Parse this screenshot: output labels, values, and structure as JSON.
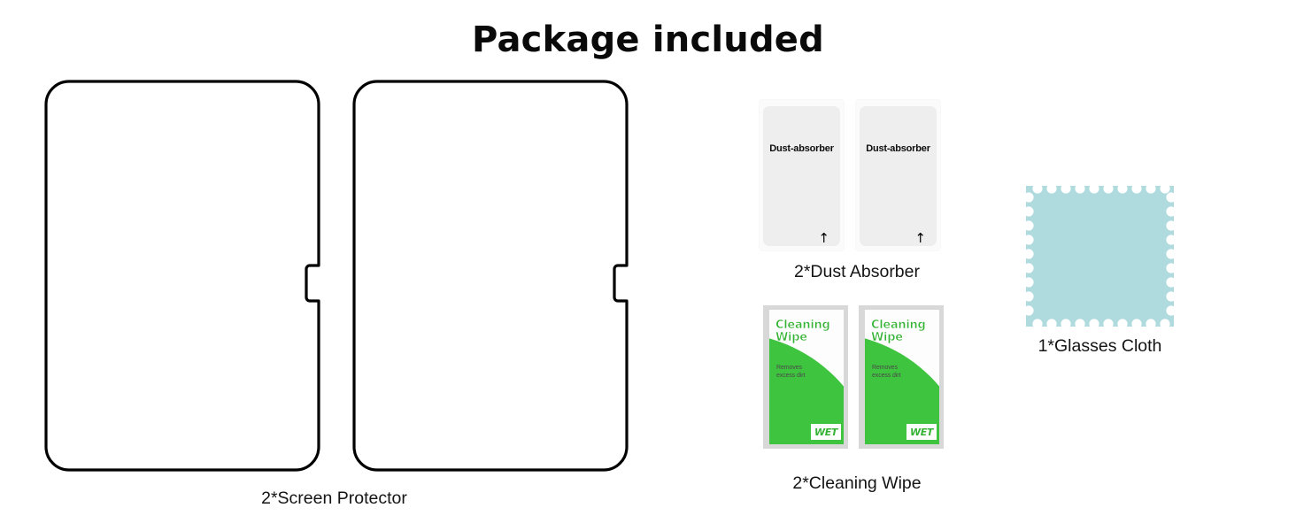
{
  "page": {
    "title": "Package included",
    "background_color": "#ffffff"
  },
  "colors": {
    "title_text": "#0a0a0a",
    "caption_text": "#141414",
    "protector_outline": "#000000",
    "dust_packet_outer": "#fbfbfb",
    "dust_packet_inner": "#eeeeee",
    "wipe_green": "#3fc43f",
    "wipe_text_green": "#34b233",
    "wipe_frame": "#d8d8d8",
    "cloth_blue": "#afdade"
  },
  "items": [
    {
      "id": "screen-protector",
      "caption": "2*Screen Protector",
      "quantity": 2,
      "shape": "rounded-rectangle-with-side-notch",
      "icon": "screen-protector-icon"
    },
    {
      "id": "dust-absorber",
      "caption": "2*Dust Absorber",
      "quantity": 2,
      "packet_label": "Dust-absorber",
      "arrow_glyph": "↑",
      "icon": "dust-absorber-packet-icon"
    },
    {
      "id": "cleaning-wipe",
      "caption": "2*Cleaning Wipe",
      "quantity": 2,
      "packet_title_line1": "Cleaning",
      "packet_title_line2": "Wipe",
      "packet_subtitle_line1": "Removes",
      "packet_subtitle_line2": "excess dirt",
      "packet_badge": "WET",
      "icon": "cleaning-wipe-packet-icon"
    },
    {
      "id": "glasses-cloth",
      "caption": "1*Glasses Cloth",
      "quantity": 1,
      "shape": "scalloped-square",
      "icon": "glasses-cloth-icon"
    }
  ]
}
